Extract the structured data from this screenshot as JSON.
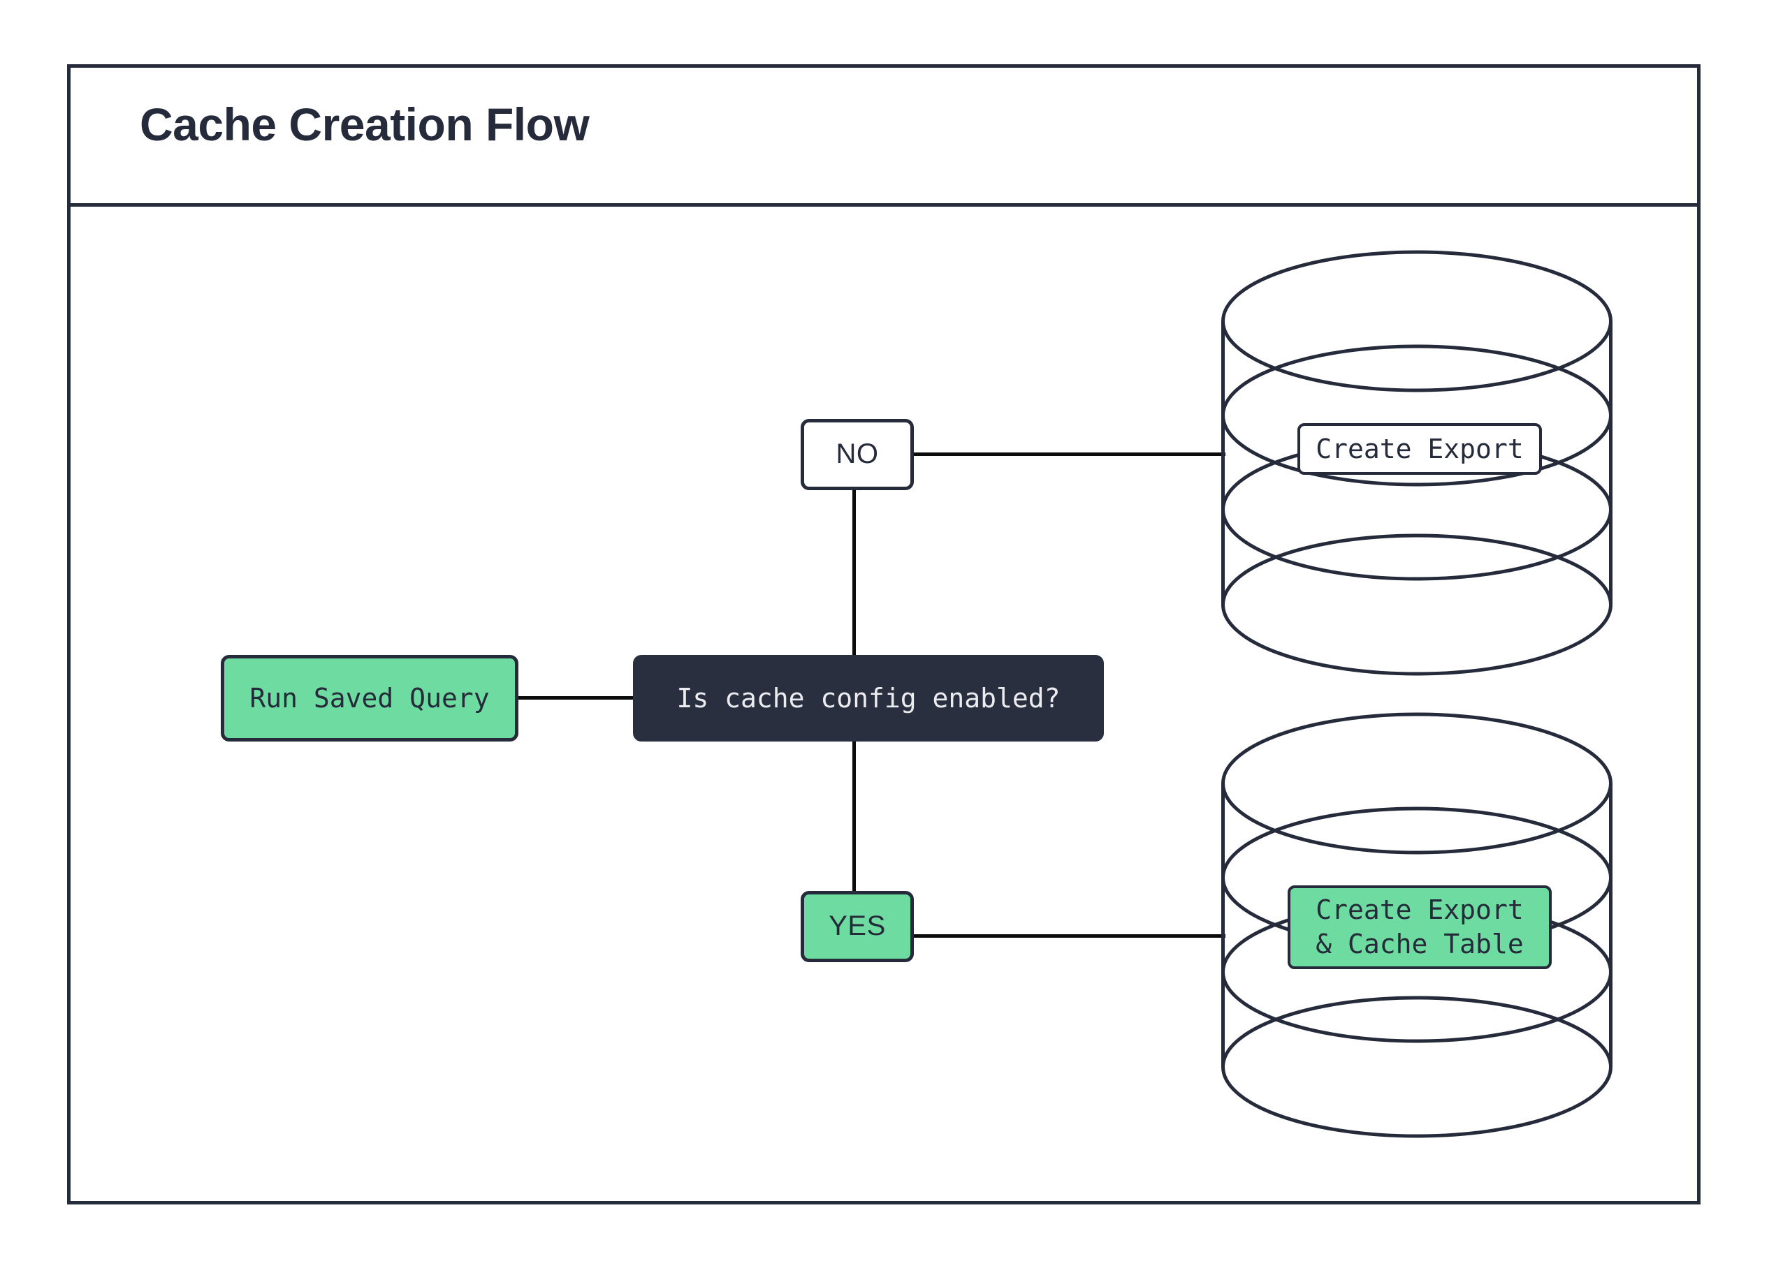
{
  "diagram": {
    "title": "Cache Creation Flow",
    "type": "flowchart",
    "colors": {
      "accent_green": "#6EDCA0",
      "dark_navy": "#262B3B",
      "decision_fill": "#2A2F3F",
      "decision_text": "#EAECEF",
      "background": "#FFFFFF",
      "edge": "#0B0B0B"
    },
    "nodes": [
      {
        "id": "run-saved-query",
        "label": "Run Saved Query",
        "shape": "rounded-rect",
        "fill": "green"
      },
      {
        "id": "decision",
        "label": "Is cache config enabled?",
        "shape": "rounded-rect",
        "fill": "dark"
      },
      {
        "id": "branch-no",
        "label": "NO",
        "shape": "rounded-rect",
        "fill": "white"
      },
      {
        "id": "branch-yes",
        "label": "YES",
        "shape": "rounded-rect",
        "fill": "green"
      },
      {
        "id": "create-export",
        "label": "Create Export",
        "shape": "database-cylinder",
        "fill": "white"
      },
      {
        "id": "create-export-cache",
        "label": "Create Export\n& Cache Table",
        "shape": "database-cylinder",
        "fill": "green"
      }
    ],
    "edges": [
      {
        "from": "run-saved-query",
        "to": "decision",
        "orientation": "horizontal"
      },
      {
        "from": "decision",
        "to": "branch-no",
        "orientation": "vertical"
      },
      {
        "from": "branch-no",
        "to": "create-export",
        "orientation": "horizontal"
      },
      {
        "from": "decision",
        "to": "branch-yes",
        "orientation": "vertical"
      },
      {
        "from": "branch-yes",
        "to": "create-export-cache",
        "orientation": "horizontal"
      }
    ]
  }
}
